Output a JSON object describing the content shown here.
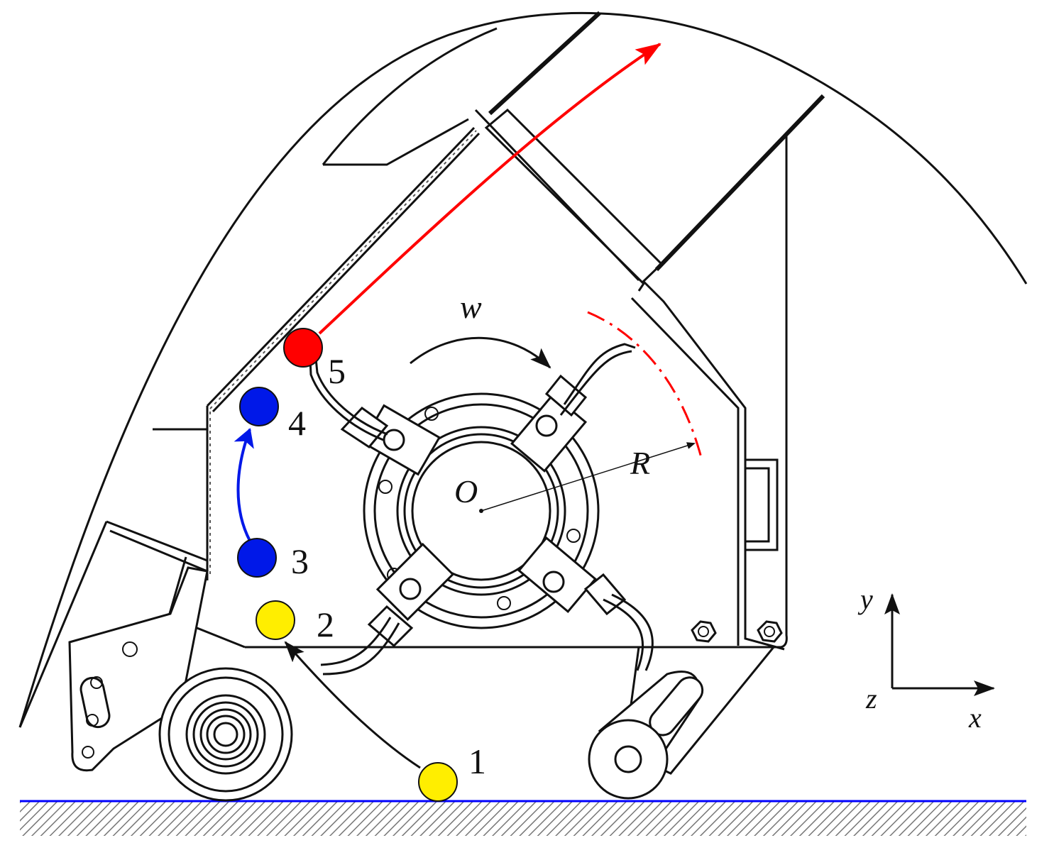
{
  "labels": {
    "rotation": "w",
    "center": "O",
    "radius": "R",
    "axis_x": "x",
    "axis_y": "y",
    "axis_z": "z"
  },
  "points": [
    {
      "id": "1",
      "color": "#ffee00"
    },
    {
      "id": "2",
      "color": "#ffee00"
    },
    {
      "id": "3",
      "color": "#0018e8"
    },
    {
      "id": "4",
      "color": "#0018e8"
    },
    {
      "id": "5",
      "color": "#ff0000"
    }
  ],
  "colors": {
    "ground_line": "#0000ff",
    "blue_path": "#0018e8",
    "red_path": "#ff0000",
    "yellow_path": "#111111",
    "radius_arc": "#ff0000"
  }
}
